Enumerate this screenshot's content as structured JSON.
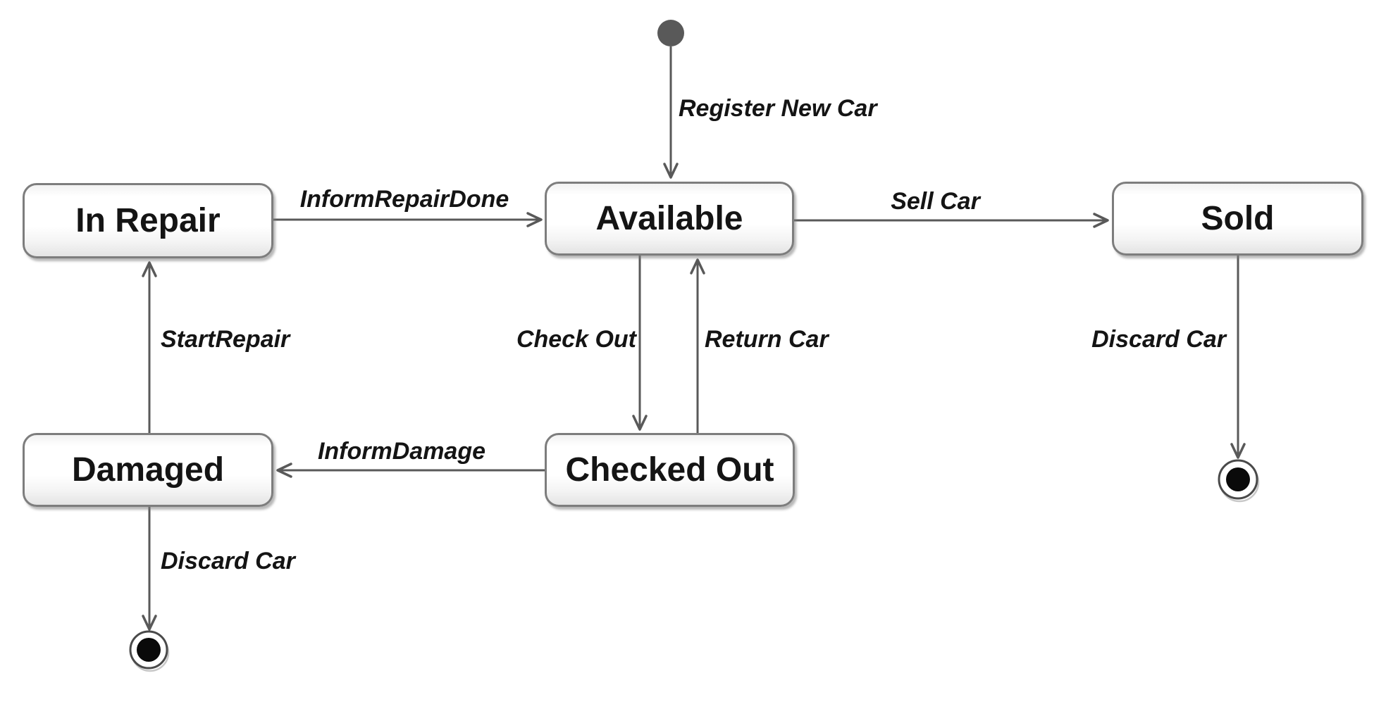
{
  "diagram": {
    "states": [
      {
        "id": "in-repair",
        "label": "In Repair"
      },
      {
        "id": "available",
        "label": "Available"
      },
      {
        "id": "sold",
        "label": "Sold"
      },
      {
        "id": "checked-out",
        "label": "Checked Out"
      },
      {
        "id": "damaged",
        "label": "Damaged"
      }
    ],
    "pseudostates": [
      {
        "id": "initial",
        "kind": "initial"
      },
      {
        "id": "final-sold",
        "kind": "final"
      },
      {
        "id": "final-damaged",
        "kind": "final"
      }
    ],
    "transitions": [
      {
        "from": "initial",
        "to": "available",
        "label": "Register New Car"
      },
      {
        "from": "in-repair",
        "to": "available",
        "label": "InformRepairDone"
      },
      {
        "from": "available",
        "to": "sold",
        "label": "Sell Car"
      },
      {
        "from": "available",
        "to": "checked-out",
        "label": "Check Out"
      },
      {
        "from": "checked-out",
        "to": "available",
        "label": "Return Car"
      },
      {
        "from": "checked-out",
        "to": "damaged",
        "label": "InformDamage"
      },
      {
        "from": "damaged",
        "to": "in-repair",
        "label": "StartRepair"
      },
      {
        "from": "damaged",
        "to": "final-damaged",
        "label": "Discard Car"
      },
      {
        "from": "sold",
        "to": "final-sold",
        "label": "Discard Car"
      }
    ],
    "colors": {
      "line": "#595959",
      "state_border": "#7d7d7d",
      "state_fill": "#ffffff",
      "text": "#141414",
      "background": "#ffffff"
    }
  }
}
